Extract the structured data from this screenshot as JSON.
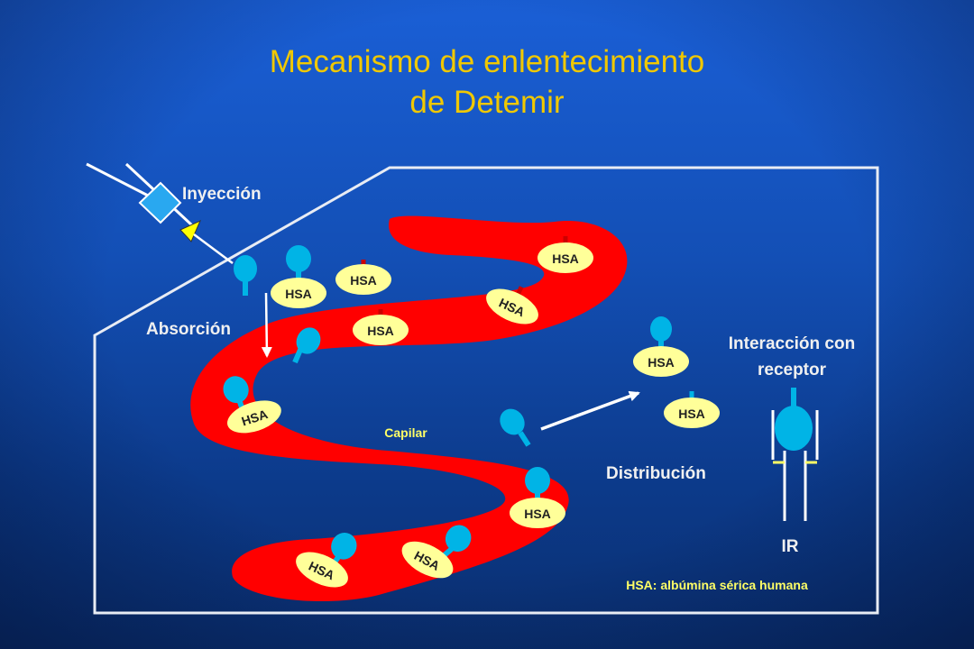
{
  "title": {
    "line1": "Mecanismo de enlentecimiento",
    "line2": "de Detemir"
  },
  "labels": {
    "injection": "Inyección",
    "absorption": "Absorción",
    "capillary": "Capilar",
    "distribution": "Distribución",
    "receptor_interaction_line1": "Interacción con",
    "receptor_interaction_line2": "receptor",
    "receptor": "IR",
    "legend": "HSA: albúmina sérica humana",
    "hsa": "HSA"
  },
  "colors": {
    "title": "#f0c800",
    "capillary": "#ff0000",
    "hsa_fill": "#ffff99",
    "insulin": "#00b4e6",
    "legend": "#ffff66",
    "syringe_tip": "#ffff00"
  }
}
